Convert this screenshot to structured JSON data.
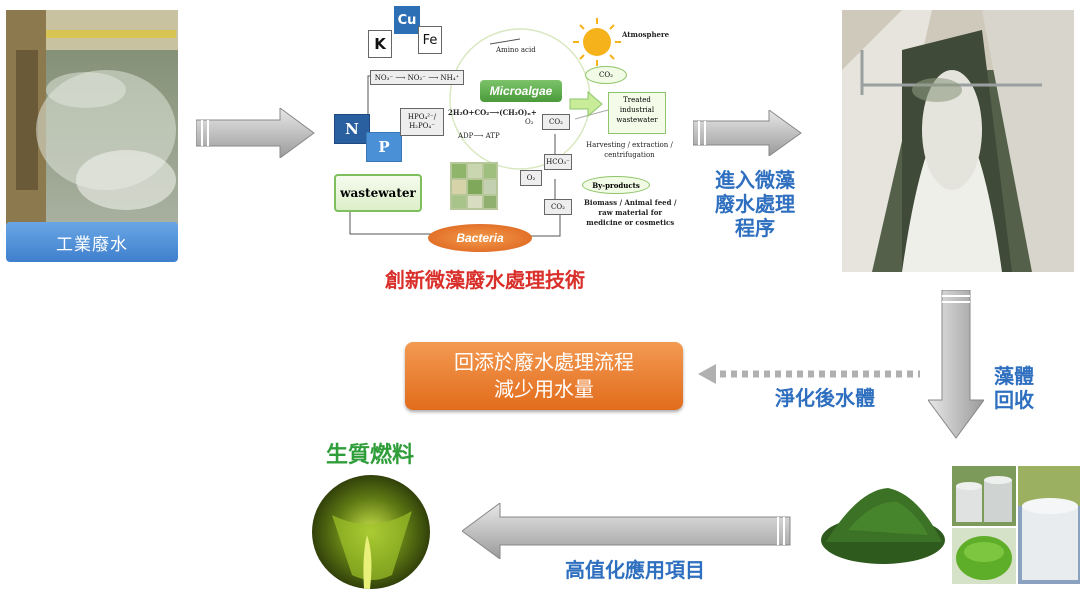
{
  "labels": {
    "industrial_wastewater": "工業廢水",
    "innovative_tech": "創新微藻廢水處理技術",
    "enter_process": [
      "進入微藻",
      "廢水處理",
      "程序"
    ],
    "algae_recovery": [
      "藻體",
      "回收"
    ],
    "purified_water": "淨化後水體",
    "return_box": [
      "回添於廢水處理流程",
      "減少用水量"
    ],
    "biofuel": "生質燃料",
    "high_value": "高值化應用項目"
  },
  "inset": {
    "elements": [
      {
        "symbol": "K",
        "note": "Potassium"
      },
      {
        "symbol": "Cu",
        "note": "Copper"
      },
      {
        "symbol": "Fe",
        "note": "Iron"
      }
    ],
    "amino_acid": "Amino acid",
    "atmosphere": "Atmosphere",
    "co2": "CO₂",
    "nitrogen_chain": "NO₃⁻ ⟶ NO₂⁻ ⟶ NH₄⁺",
    "microalgae": "Microalgae",
    "phosphate": "HPO₄²⁻/ H₂PO₄⁻",
    "photosynthesis": "2H₂O+CO₂⟶(CH₂O)ₙ+",
    "adp": "ADP⟶ ATP",
    "o2": "O₂",
    "n_label": "N",
    "p_label": "P",
    "co2_box": "CO₂",
    "hco3_box": "HCO₃⁻",
    "o2_box": "O₂",
    "co2_box2": "CO₂",
    "treated": [
      "Treated",
      "industrial",
      "wastewater"
    ],
    "harvest": [
      "Harvesting / extraction /",
      "centrifugation"
    ],
    "byproducts": "By-products",
    "byproducts_desc": [
      "Biomass / Animal feed /",
      "raw material for",
      "medicine or cosmetics"
    ],
    "wastewater": "wastewater",
    "bacteria": "Bacteria"
  },
  "colors": {
    "blue_label": "#4a8bd6",
    "accent_red": "#d9302b",
    "accent_blue": "#2f6fbf",
    "accent_green": "#2f9e3a",
    "orange": "#e97a2c"
  }
}
